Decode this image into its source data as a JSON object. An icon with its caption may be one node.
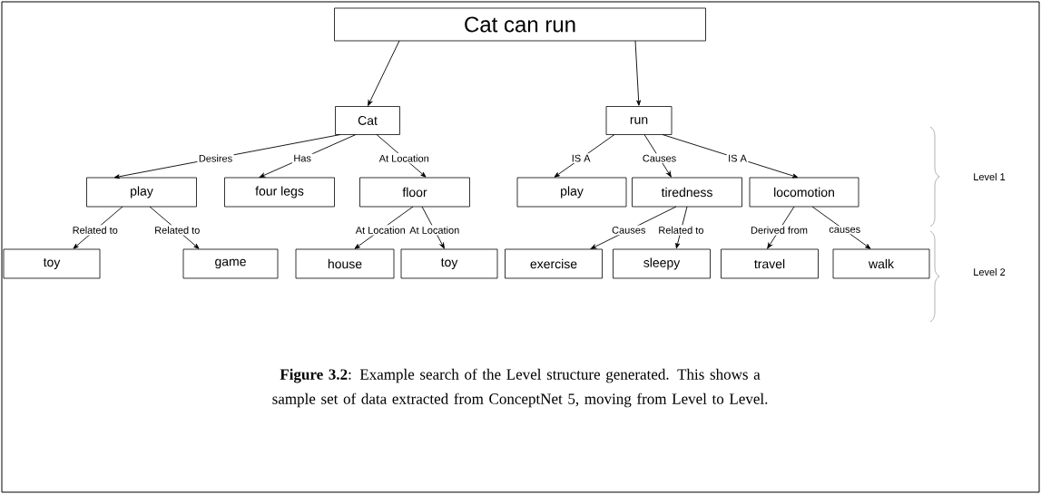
{
  "diagram": {
    "caption": "**Figure 3.2**: Example search of the Level structure generated. This shows a sample set of data extracted from ConceptNet 5, moving from Level to Level.",
    "nodes": [
      {
        "text": [
          "Cat can run"
        ]
      },
      {
        "text": [
          "Cat"
        ]
      },
      {
        "text": [
          "run"
        ]
      },
      {
        "text": [
          "play"
        ]
      },
      {
        "text": [
          "four legs"
        ]
      },
      {
        "text": [
          "floor"
        ]
      },
      {
        "text": [
          "play"
        ]
      },
      {
        "text": [
          "tiredness"
        ]
      },
      {
        "text": [
          "locomotion"
        ]
      },
      {
        "text": [
          "toy"
        ]
      },
      {
        "text": [
          "game"
        ]
      },
      {
        "text": [
          "house"
        ]
      },
      {
        "text": [
          "toy"
        ]
      },
      {
        "text": [
          "exercise"
        ]
      },
      {
        "text": [
          "sleepy"
        ]
      },
      {
        "text": [
          "travel"
        ]
      },
      {
        "text": [
          "walk"
        ]
      }
    ],
    "edges": [
      {
        "from": 0,
        "to": 1,
        "arrow": "to"
      },
      {
        "from": 0,
        "to": 2,
        "arrow": "to"
      },
      {
        "from": 1,
        "to": 3,
        "arrow": "to",
        "label": "Desires"
      },
      {
        "from": 1,
        "to": 4,
        "arrow": "to",
        "label": "Has"
      },
      {
        "from": 1,
        "to": 5,
        "arrow": "to",
        "label": "At Location"
      },
      {
        "from": 2,
        "to": 6,
        "arrow": "to",
        "label": "IS A"
      },
      {
        "from": 2,
        "to": 7,
        "arrow": "to",
        "label": "Causes"
      },
      {
        "from": 2,
        "to": 8,
        "arrow": "to",
        "label": "IS A"
      },
      {
        "from": 3,
        "to": 9,
        "arrow": "to",
        "label": "Related to"
      },
      {
        "from": 3,
        "to": 10,
        "arrow": "to",
        "label": "Related to"
      },
      {
        "from": 5,
        "to": 11,
        "arrow": "to",
        "label": "At Location"
      },
      {
        "from": 5,
        "to": 12,
        "arrow": "to",
        "label": "At Location"
      },
      {
        "from": 7,
        "to": 13,
        "arrow": "to",
        "label": "Causes"
      },
      {
        "from": 7,
        "to": 14,
        "arrow": "to",
        "label": "Related to"
      },
      {
        "from": 8,
        "to": 15,
        "arrow": "to",
        "label": "Derived from"
      },
      {
        "from": 8,
        "to": 16,
        "arrow": "to",
        "label": "causes"
      }
    ],
    "labels": [
      "Level 1",
      "Level 2"
    ]
  }
}
